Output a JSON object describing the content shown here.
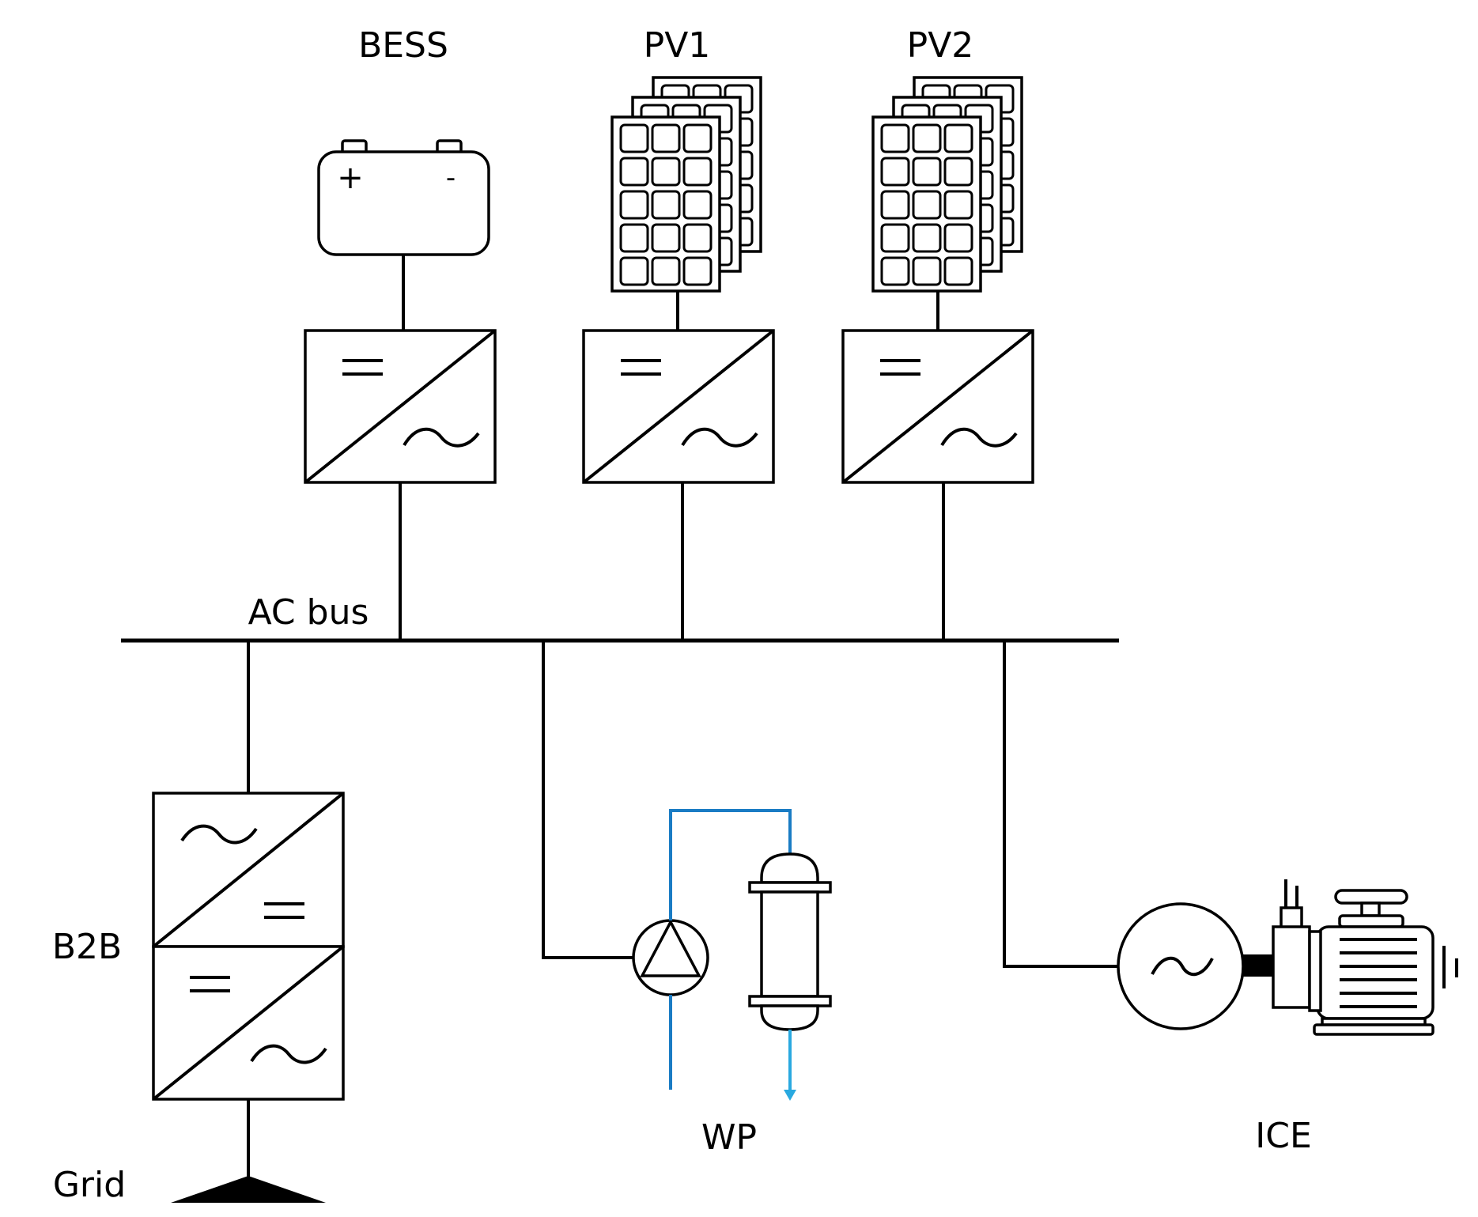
{
  "labels": {
    "bess": "BESS",
    "pv1": "PV1",
    "pv2": "PV2",
    "ac_bus": "AC bus",
    "b2b": "B2B",
    "grid": "Grid",
    "wp": "WP",
    "ice": "ICE"
  },
  "battery": {
    "plus": "+",
    "minus": "-"
  },
  "colors": {
    "wire": "#000000",
    "water_pipe": "#1a7cc4",
    "water_outlet": "#29a9e0"
  }
}
